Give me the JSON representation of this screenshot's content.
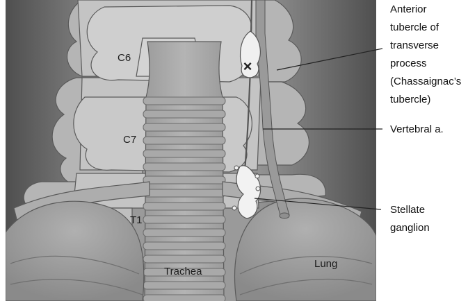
{
  "colors": {
    "background_dark": "#595959",
    "background_mid": "#8d8d8d",
    "bone": "#b9b9b9",
    "bone_light": "#c9c9c9",
    "trachea": "#a7a7a7",
    "lung": "#9e9e9e",
    "ganglion": "#f0f0f0",
    "artery": "#9a9a9a"
  },
  "marker_symbol": "×",
  "labels": {
    "vertebra_c6": "C6",
    "vertebra_c7": "C7",
    "vertebra_t1": "T1",
    "trachea": "Trachea",
    "lung": "Lung"
  },
  "callouts": {
    "anterior_tubercle": [
      "Anterior",
      "tubercle of",
      "transverse",
      "process",
      "(Chassaignac’s",
      "tubercle)"
    ],
    "vertebral_artery": [
      "Vertebral a."
    ],
    "stellate_ganglion": [
      "Stellate",
      "ganglion"
    ]
  }
}
